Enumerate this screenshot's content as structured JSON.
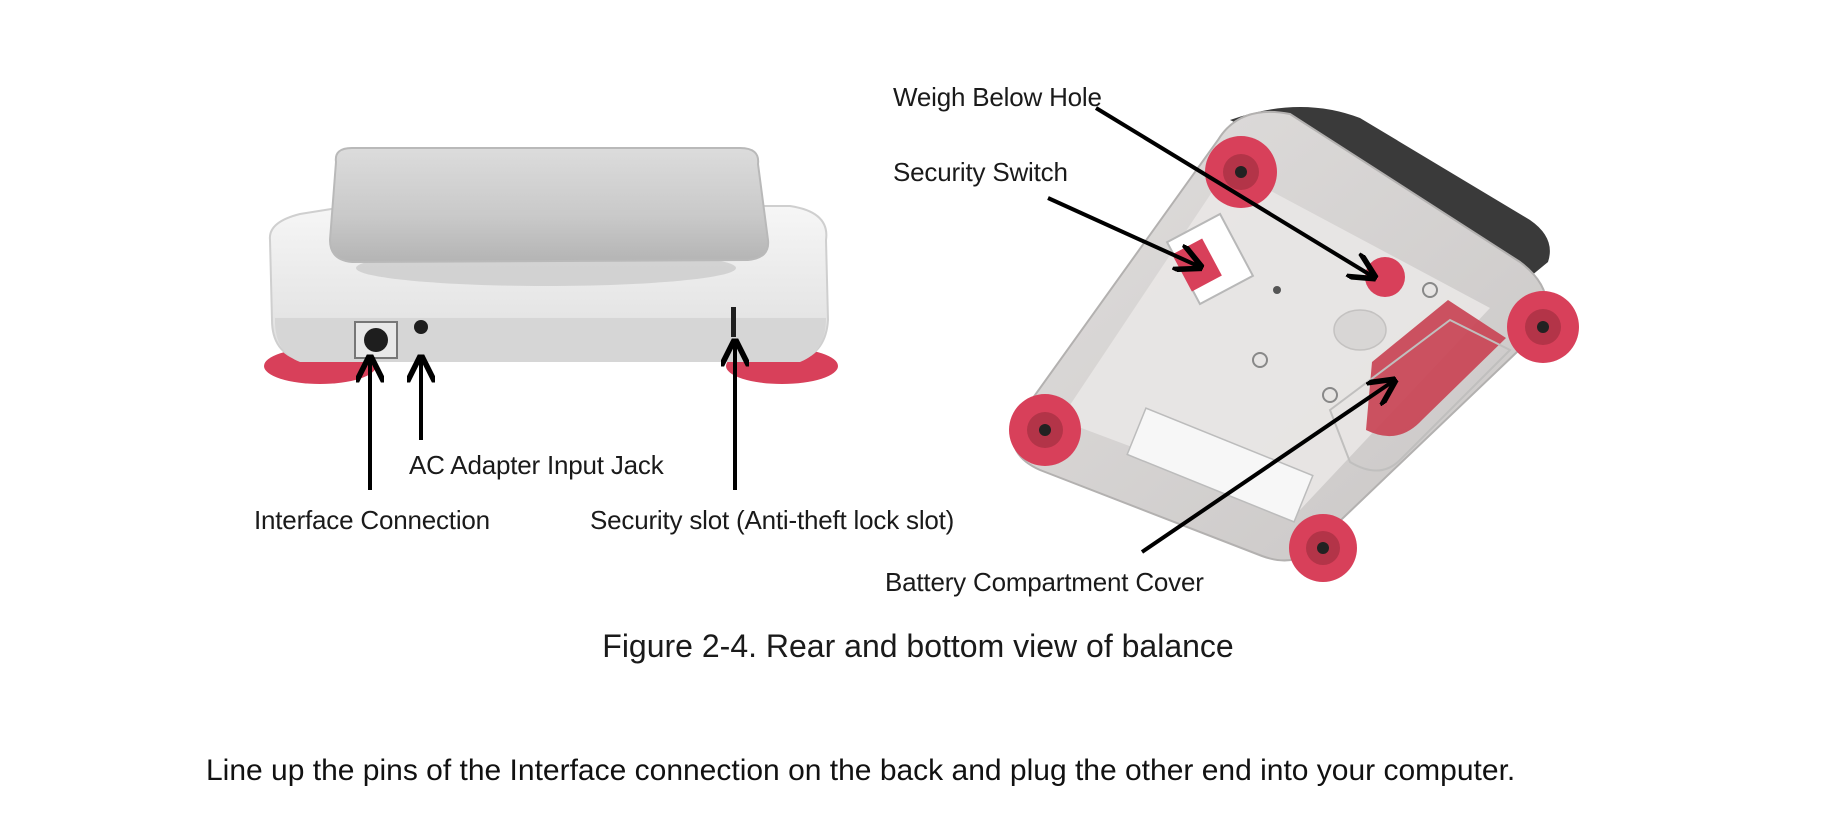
{
  "rear_view": {
    "labels": {
      "interface_connection": "Interface Connection",
      "ac_adapter": "AC Adapter Input Jack",
      "security_slot": "Security slot (Anti-theft lock slot)"
    }
  },
  "bottom_view": {
    "labels": {
      "weigh_below_hole": "Weigh Below Hole",
      "security_switch": "Security Switch",
      "battery_cover": "Battery Compartment Cover"
    }
  },
  "caption": "Figure 2-4. Rear and bottom view of balance",
  "body_text": "Line up the pins of the Interface connection on the back and plug the other end into your computer.",
  "colors": {
    "foot_red": "#d8405a",
    "body_grey": "#e7e7e7",
    "pan_grey": "#cfcfcf"
  }
}
